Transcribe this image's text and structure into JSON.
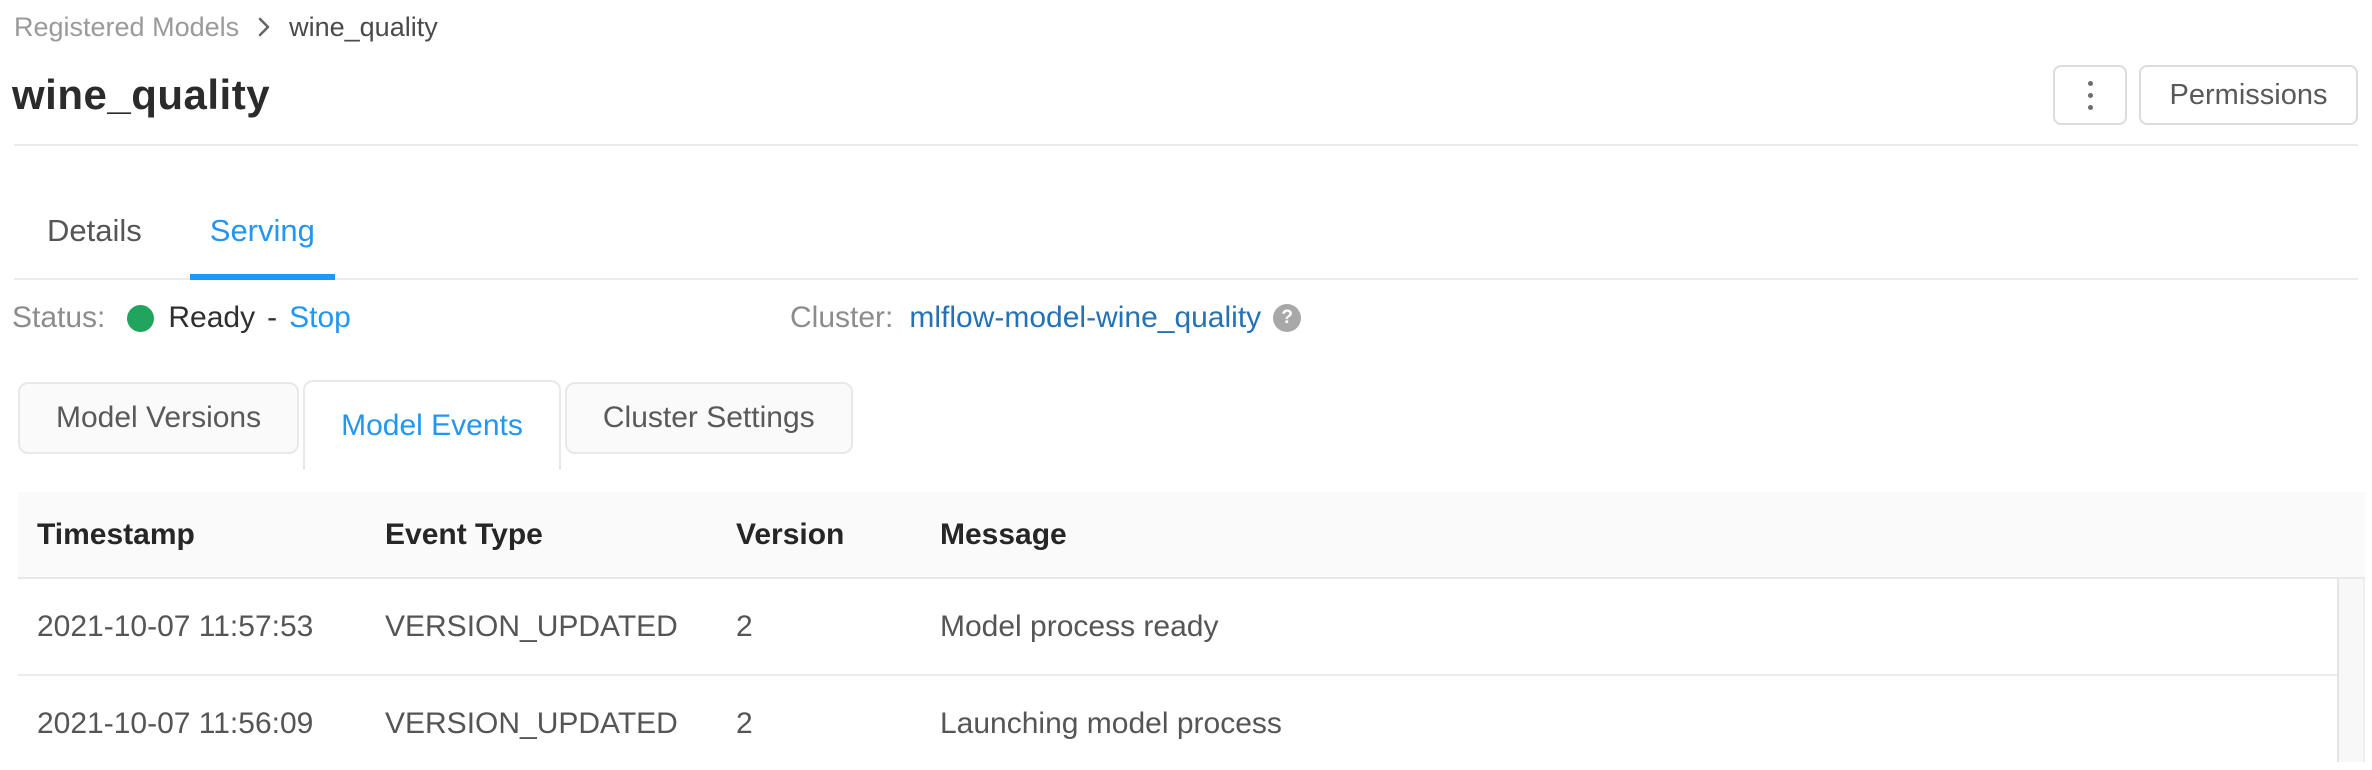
{
  "breadcrumb": {
    "parent": "Registered Models",
    "current": "wine_quality"
  },
  "header": {
    "title": "wine_quality",
    "permissions_button": "Permissions"
  },
  "page_tabs": [
    {
      "label": "Details",
      "active": false
    },
    {
      "label": "Serving",
      "active": true
    }
  ],
  "serving_status": {
    "label": "Status:",
    "value": "Ready",
    "separator": "-",
    "stop_link": "Stop",
    "cluster_label": "Cluster:",
    "cluster_link": "mlflow-model-wine_quality",
    "help_glyph": "?"
  },
  "serving_tabs": [
    {
      "label": "Model Versions",
      "active": false
    },
    {
      "label": "Model Events",
      "active": true
    },
    {
      "label": "Cluster Settings",
      "active": false
    }
  ],
  "events_table": {
    "columns": [
      "Timestamp",
      "Event Type",
      "Version",
      "Message"
    ],
    "rows": [
      {
        "timestamp": "2021-10-07 11:57:53",
        "event_type": "VERSION_UPDATED",
        "version": "2",
        "message": "Model process ready"
      },
      {
        "timestamp": "2021-10-07 11:56:09",
        "event_type": "VERSION_UPDATED",
        "version": "2",
        "message": "Launching model process"
      }
    ]
  },
  "colors": {
    "accent_blue": "#2196f3",
    "link_blue": "#2372b8",
    "status_green": "#21a45c",
    "header_bg": "#fafafa",
    "border_gray": "#e8e8e8"
  }
}
